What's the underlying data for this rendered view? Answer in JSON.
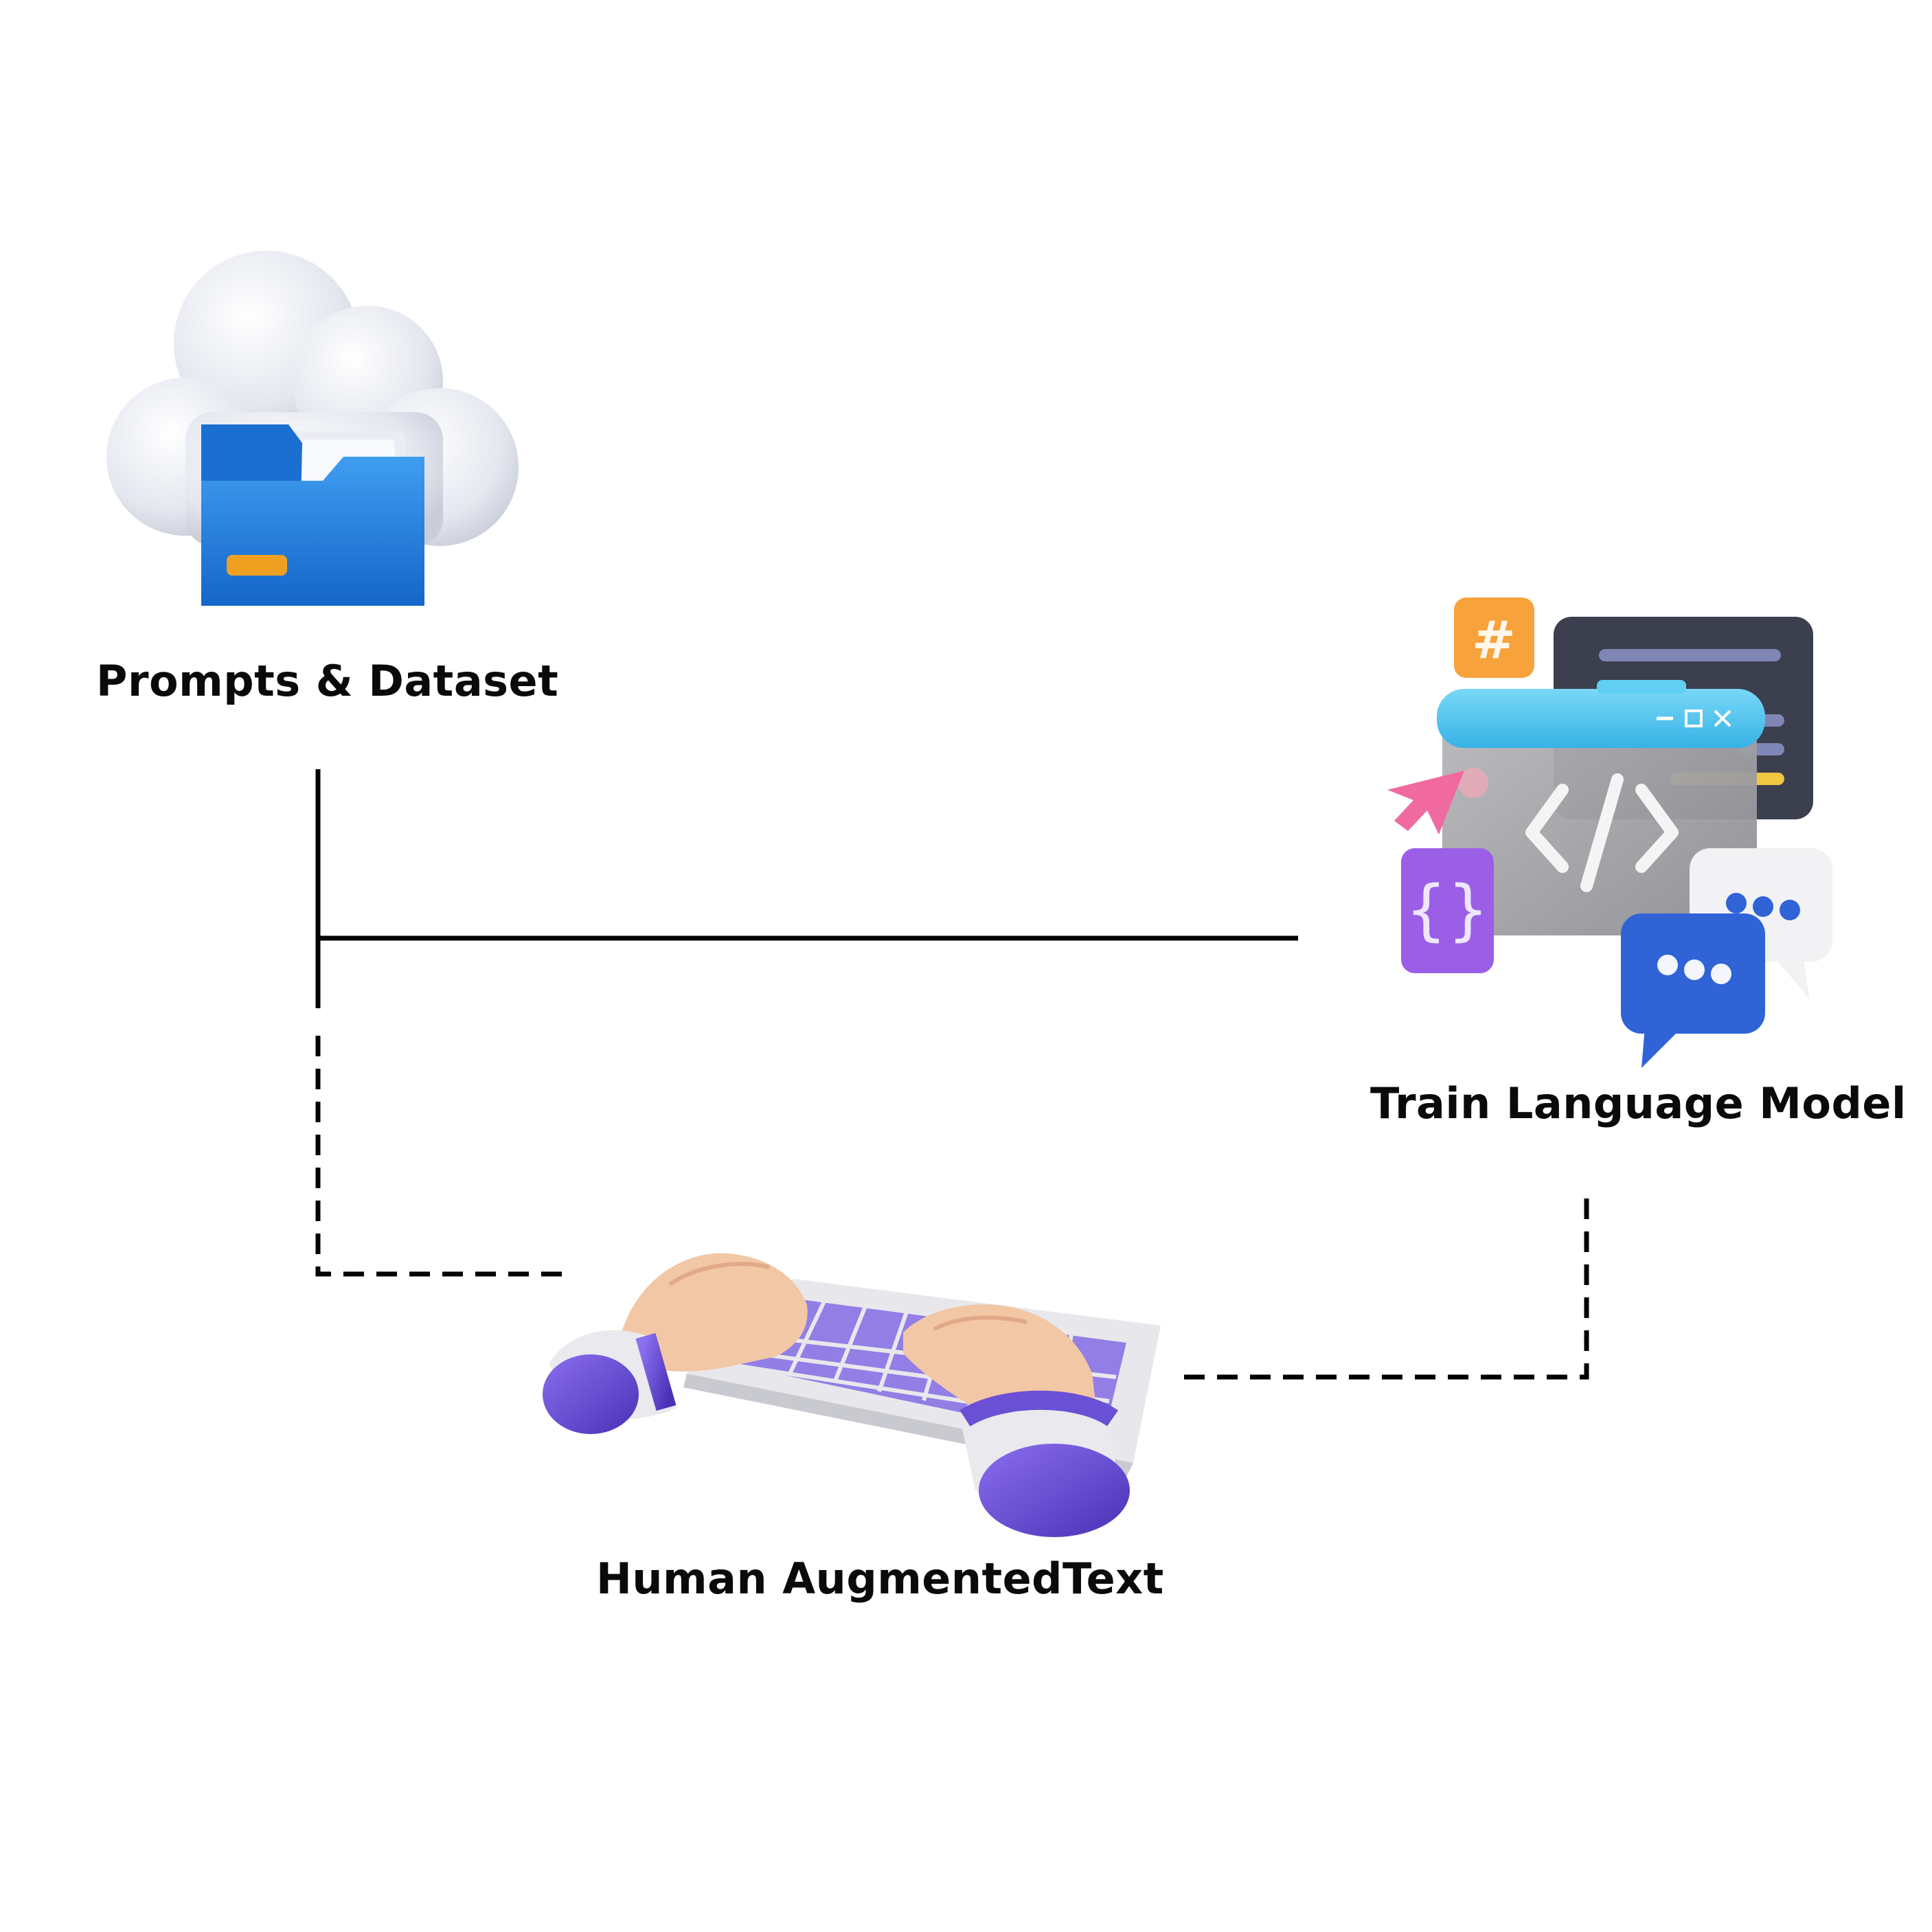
{
  "nodes": {
    "prompts": {
      "label": "Prompts & Dataset",
      "icon": "cloud-folder-icon"
    },
    "train": {
      "label": "Train Language Model",
      "icon": "code-window-chat-icon"
    },
    "human": {
      "label": "Human AugmentedText",
      "icon": "hands-keyboard-icon"
    }
  },
  "connectors": [
    {
      "from": "prompts",
      "to": "train",
      "style": "solid"
    },
    {
      "from": "prompts",
      "to": "human",
      "style": "dashed"
    },
    {
      "from": "human",
      "to": "train",
      "style": "dashed"
    }
  ],
  "colors": {
    "line": "#000000",
    "folder_blue": "#1f7fdc",
    "folder_tab": "#f0a020",
    "cloud": "#dfe3ec",
    "window_bar": "#4cc4f0",
    "window_body": "#9a9a9a",
    "dark_panel": "#3c3f4d",
    "hash_badge": "#f7a23a",
    "brace_badge": "#9b5ee6",
    "chat_blue": "#2f63d6",
    "chat_white": "#f2f2f4",
    "pointer_pink": "#f06aa0",
    "keyboard_body": "#e8e8ec",
    "keyboard_keys": "#8a72e6",
    "skin": "#f2c7a5",
    "cuff_purple": "#6a50d4"
  }
}
